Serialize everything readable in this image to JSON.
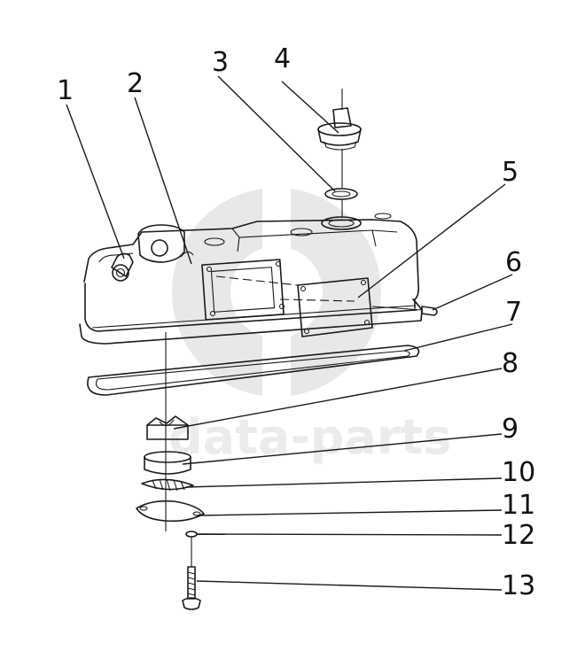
{
  "diagram": {
    "callouts": [
      "1",
      "2",
      "3",
      "4",
      "5",
      "6",
      "7",
      "8",
      "9",
      "10",
      "11",
      "12",
      "13"
    ],
    "watermark_text": "data-parts"
  },
  "colors": {
    "line": "#1a1a1a",
    "watermark": "#cfcfcf",
    "background": "#ffffff"
  }
}
